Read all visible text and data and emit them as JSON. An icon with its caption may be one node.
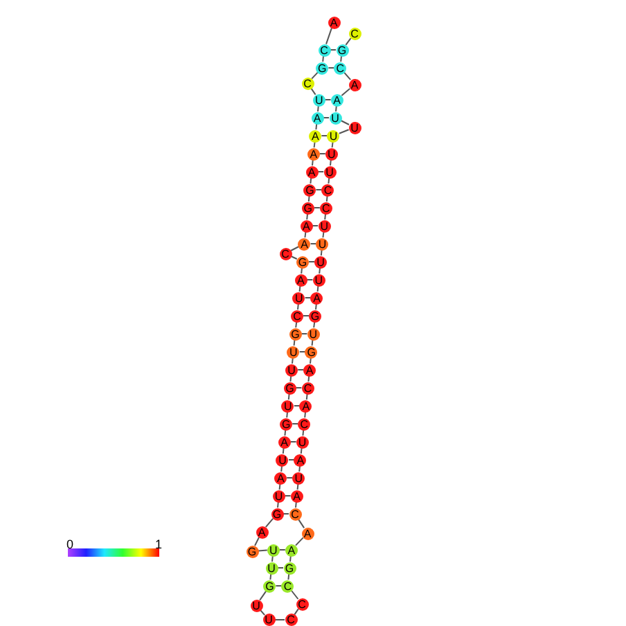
{
  "diagram": {
    "nodes": [
      {
        "text": [
          "A"
        ]
      },
      {
        "text": [
          "C"
        ]
      },
      {
        "text": [
          "G"
        ]
      },
      {
        "text": [
          "C"
        ]
      },
      {
        "text": [
          "U"
        ]
      },
      {
        "text": [
          "A"
        ]
      },
      {
        "text": [
          "A"
        ]
      },
      {
        "text": [
          "A"
        ]
      },
      {
        "text": [
          "A"
        ]
      },
      {
        "text": [
          "G"
        ]
      },
      {
        "text": [
          "G"
        ]
      },
      {
        "text": [
          "A"
        ]
      },
      {
        "text": [
          "A"
        ]
      },
      {
        "text": [
          "C"
        ]
      },
      {
        "text": [
          "G"
        ]
      },
      {
        "text": [
          "A"
        ]
      },
      {
        "text": [
          "U"
        ]
      },
      {
        "text": [
          "C"
        ]
      },
      {
        "text": [
          "G"
        ]
      },
      {
        "text": [
          "U"
        ]
      },
      {
        "text": [
          "U"
        ]
      },
      {
        "text": [
          "G"
        ]
      },
      {
        "text": [
          "U"
        ]
      },
      {
        "text": [
          "G"
        ]
      },
      {
        "text": [
          "A"
        ]
      },
      {
        "text": [
          "U"
        ]
      },
      {
        "text": [
          "A"
        ]
      },
      {
        "text": [
          "U"
        ]
      },
      {
        "text": [
          "G"
        ]
      },
      {
        "text": [
          "A"
        ]
      },
      {
        "text": [
          "G"
        ]
      },
      {
        "text": [
          "U"
        ]
      },
      {
        "text": [
          "U"
        ]
      },
      {
        "text": [
          "G"
        ]
      },
      {
        "text": [
          "U"
        ]
      },
      {
        "text": [
          "U"
        ]
      },
      {
        "text": [
          "C"
        ]
      },
      {
        "text": [
          "C"
        ]
      },
      {
        "text": [
          "C"
        ]
      },
      {
        "text": [
          "G"
        ]
      },
      {
        "text": [
          "A"
        ]
      },
      {
        "text": [
          "A"
        ]
      },
      {
        "text": [
          "C"
        ]
      },
      {
        "text": [
          "A"
        ]
      },
      {
        "text": [
          "U"
        ]
      },
      {
        "text": [
          "A"
        ]
      },
      {
        "text": [
          "U"
        ]
      },
      {
        "text": [
          "C"
        ]
      },
      {
        "text": [
          "A"
        ]
      },
      {
        "text": [
          "C"
        ]
      },
      {
        "text": [
          "A"
        ]
      },
      {
        "text": [
          "G"
        ]
      },
      {
        "text": [
          "U"
        ]
      },
      {
        "text": [
          "G"
        ]
      },
      {
        "text": [
          "A"
        ]
      },
      {
        "text": [
          "U"
        ]
      },
      {
        "text": [
          "U"
        ]
      },
      {
        "text": [
          "U"
        ]
      },
      {
        "text": [
          "U"
        ]
      },
      {
        "text": [
          "C"
        ]
      },
      {
        "text": [
          "C"
        ]
      },
      {
        "text": [
          "U"
        ]
      },
      {
        "text": [
          "U"
        ]
      },
      {
        "text": [
          "U"
        ]
      },
      {
        "text": [
          "U"
        ]
      },
      {
        "text": [
          "U"
        ]
      },
      {
        "text": [
          "A"
        ]
      },
      {
        "text": [
          "A"
        ]
      },
      {
        "text": [
          "C"
        ]
      },
      {
        "text": [
          "G"
        ]
      },
      {
        "text": [
          "C"
        ]
      }
    ],
    "edges": [
      {
        "from": 0,
        "to": 1,
        "arrow": "none"
      },
      {
        "from": 1,
        "to": 2,
        "arrow": "none"
      },
      {
        "from": 2,
        "to": 3,
        "arrow": "none"
      },
      {
        "from": 3,
        "to": 4,
        "arrow": "none"
      },
      {
        "from": 4,
        "to": 5,
        "arrow": "none"
      },
      {
        "from": 5,
        "to": 6,
        "arrow": "none"
      },
      {
        "from": 6,
        "to": 7,
        "arrow": "none"
      },
      {
        "from": 7,
        "to": 8,
        "arrow": "none"
      },
      {
        "from": 8,
        "to": 9,
        "arrow": "none"
      },
      {
        "from": 9,
        "to": 10,
        "arrow": "none"
      },
      {
        "from": 10,
        "to": 11,
        "arrow": "none"
      },
      {
        "from": 11,
        "to": 12,
        "arrow": "none"
      },
      {
        "from": 12,
        "to": 13,
        "arrow": "none"
      },
      {
        "from": 13,
        "to": 14,
        "arrow": "none"
      },
      {
        "from": 14,
        "to": 15,
        "arrow": "none"
      },
      {
        "from": 15,
        "to": 16,
        "arrow": "none"
      },
      {
        "from": 16,
        "to": 17,
        "arrow": "none"
      },
      {
        "from": 17,
        "to": 18,
        "arrow": "none"
      },
      {
        "from": 18,
        "to": 19,
        "arrow": "none"
      },
      {
        "from": 19,
        "to": 20,
        "arrow": "none"
      },
      {
        "from": 20,
        "to": 21,
        "arrow": "none"
      },
      {
        "from": 21,
        "to": 22,
        "arrow": "none"
      },
      {
        "from": 22,
        "to": 23,
        "arrow": "none"
      },
      {
        "from": 23,
        "to": 24,
        "arrow": "none"
      },
      {
        "from": 24,
        "to": 25,
        "arrow": "none"
      },
      {
        "from": 25,
        "to": 26,
        "arrow": "none"
      },
      {
        "from": 26,
        "to": 27,
        "arrow": "none"
      },
      {
        "from": 27,
        "to": 28,
        "arrow": "none"
      },
      {
        "from": 28,
        "to": 29,
        "arrow": "none"
      },
      {
        "from": 29,
        "to": 30,
        "arrow": "none"
      },
      {
        "from": 30,
        "to": 31,
        "arrow": "none"
      },
      {
        "from": 31,
        "to": 32,
        "arrow": "none"
      },
      {
        "from": 32,
        "to": 33,
        "arrow": "none"
      },
      {
        "from": 33,
        "to": 34,
        "arrow": "none"
      },
      {
        "from": 34,
        "to": 35,
        "arrow": "none"
      },
      {
        "from": 35,
        "to": 36,
        "arrow": "none"
      },
      {
        "from": 36,
        "to": 37,
        "arrow": "none"
      },
      {
        "from": 37,
        "to": 38,
        "arrow": "none"
      },
      {
        "from": 38,
        "to": 39,
        "arrow": "none"
      },
      {
        "from": 39,
        "to": 40,
        "arrow": "none"
      },
      {
        "from": 40,
        "to": 41,
        "arrow": "none"
      },
      {
        "from": 41,
        "to": 42,
        "arrow": "none"
      },
      {
        "from": 42,
        "to": 43,
        "arrow": "none"
      },
      {
        "from": 43,
        "to": 44,
        "arrow": "none"
      },
      {
        "from": 44,
        "to": 45,
        "arrow": "none"
      },
      {
        "from": 45,
        "to": 46,
        "arrow": "none"
      },
      {
        "from": 46,
        "to": 47,
        "arrow": "none"
      },
      {
        "from": 47,
        "to": 48,
        "arrow": "none"
      },
      {
        "from": 48,
        "to": 49,
        "arrow": "none"
      },
      {
        "from": 49,
        "to": 50,
        "arrow": "none"
      },
      {
        "from": 50,
        "to": 51,
        "arrow": "none"
      },
      {
        "from": 51,
        "to": 52,
        "arrow": "none"
      },
      {
        "from": 52,
        "to": 53,
        "arrow": "none"
      },
      {
        "from": 53,
        "to": 54,
        "arrow": "none"
      },
      {
        "from": 54,
        "to": 55,
        "arrow": "none"
      },
      {
        "from": 55,
        "to": 56,
        "arrow": "none"
      },
      {
        "from": 56,
        "to": 57,
        "arrow": "none"
      },
      {
        "from": 57,
        "to": 58,
        "arrow": "none"
      },
      {
        "from": 58,
        "to": 59,
        "arrow": "none"
      },
      {
        "from": 59,
        "to": 60,
        "arrow": "none"
      },
      {
        "from": 60,
        "to": 61,
        "arrow": "none"
      },
      {
        "from": 61,
        "to": 62,
        "arrow": "none"
      },
      {
        "from": 62,
        "to": 63,
        "arrow": "none"
      },
      {
        "from": 63,
        "to": 64,
        "arrow": "none"
      },
      {
        "from": 64,
        "to": 65,
        "arrow": "none"
      },
      {
        "from": 65,
        "to": 66,
        "arrow": "none"
      },
      {
        "from": 66,
        "to": 67,
        "arrow": "none"
      },
      {
        "from": 67,
        "to": 68,
        "arrow": "none"
      },
      {
        "from": 68,
        "to": 69,
        "arrow": "none"
      },
      {
        "from": 69,
        "to": 70,
        "arrow": "none"
      },
      {
        "from": 1,
        "to": 69,
        "arrow": "none"
      },
      {
        "from": 2,
        "to": 68,
        "arrow": "none"
      },
      {
        "from": 4,
        "to": 66,
        "arrow": "none"
      },
      {
        "from": 5,
        "to": 65,
        "arrow": "none"
      },
      {
        "from": 6,
        "to": 63,
        "arrow": "none"
      },
      {
        "from": 7,
        "to": 62,
        "arrow": "none"
      },
      {
        "from": 8,
        "to": 61,
        "arrow": "none"
      },
      {
        "from": 9,
        "to": 60,
        "arrow": "none"
      },
      {
        "from": 10,
        "to": 59,
        "arrow": "none"
      },
      {
        "from": 11,
        "to": 58,
        "arrow": "none"
      },
      {
        "from": 12,
        "to": 57,
        "arrow": "none"
      },
      {
        "from": 14,
        "to": 56,
        "arrow": "none"
      },
      {
        "from": 15,
        "to": 55,
        "arrow": "none"
      },
      {
        "from": 16,
        "to": 54,
        "arrow": "none"
      },
      {
        "from": 17,
        "to": 53,
        "arrow": "none"
      },
      {
        "from": 18,
        "to": 52,
        "arrow": "none"
      },
      {
        "from": 19,
        "to": 51,
        "arrow": "none"
      },
      {
        "from": 20,
        "to": 50,
        "arrow": "none"
      },
      {
        "from": 21,
        "to": 49,
        "arrow": "none"
      },
      {
        "from": 22,
        "to": 48,
        "arrow": "none"
      },
      {
        "from": 23,
        "to": 47,
        "arrow": "none"
      },
      {
        "from": 24,
        "to": 46,
        "arrow": "none"
      },
      {
        "from": 25,
        "to": 45,
        "arrow": "none"
      },
      {
        "from": 26,
        "to": 44,
        "arrow": "none"
      },
      {
        "from": 27,
        "to": 43,
        "arrow": "none"
      },
      {
        "from": 28,
        "to": 42,
        "arrow": "none"
      },
      {
        "from": 31,
        "to": 40,
        "arrow": "none"
      },
      {
        "from": 32,
        "to": 39,
        "arrow": "none"
      },
      {
        "from": 33,
        "to": 38,
        "arrow": "none"
      }
    ],
    "labels": [
      "0",
      "1"
    ]
  }
}
